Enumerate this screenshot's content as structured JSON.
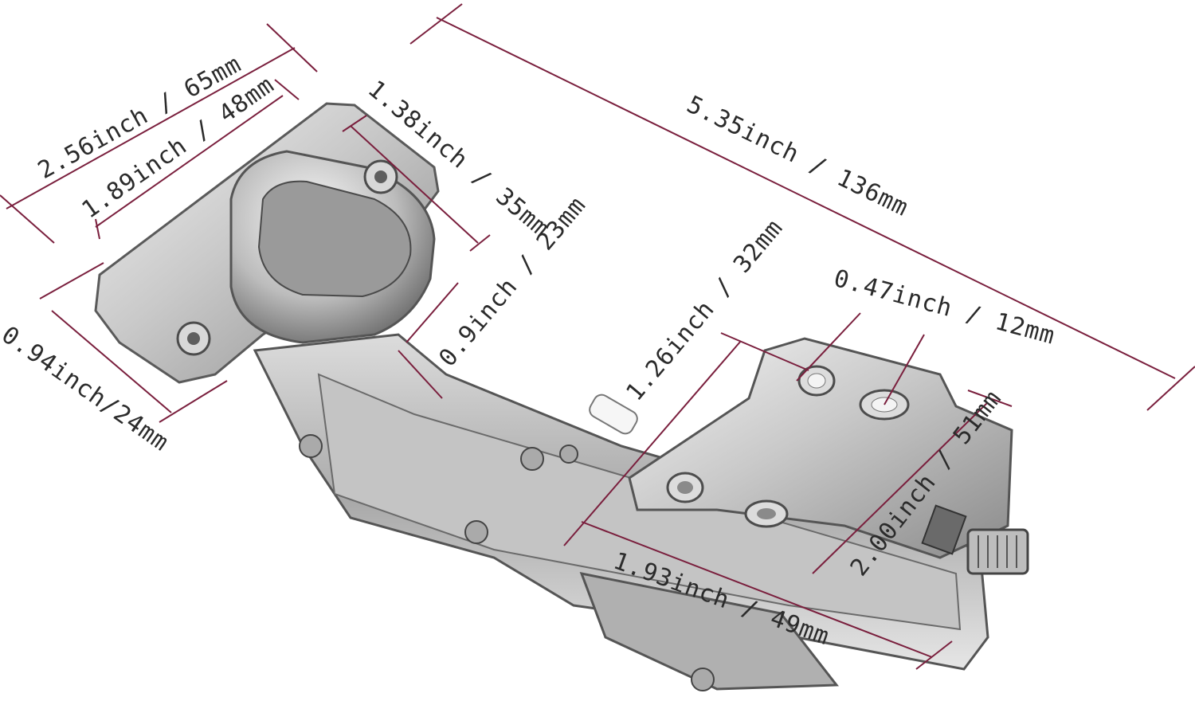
{
  "colors": {
    "dimension_line": "#7a1f3d",
    "dimension_text": "#2b2b2b",
    "metal_light": "#e9e9e9",
    "metal_mid": "#bdbdbd",
    "metal_dark": "#7d7d7d",
    "metal_edge": "#555555",
    "background": "#ffffff"
  },
  "dimensions": {
    "overall_length": "5.35inch / 136mm",
    "cup_plate_width": "2.56inch / 65mm",
    "cup_hole_spacing": "1.89inch / 48mm",
    "cup_depth": "1.38inch / 35mm",
    "arm_offset": "0.9inch / 23mm",
    "cup_plate_height": "0.94inch/24mm",
    "mount_hole_spacing": "1.26inch / 32mm",
    "slot_spacing": "0.47inch / 12mm",
    "plate_length": "2.00inch / 51mm",
    "arm_length": "1.93inch / 49mm"
  },
  "product": {
    "icon": "hinge-illustration"
  }
}
